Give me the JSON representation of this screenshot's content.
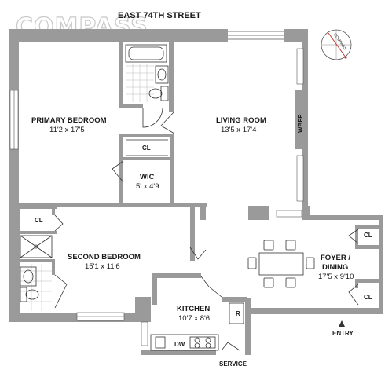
{
  "logo": "COMPASS",
  "street": "EAST 74TH STREET",
  "compass_label": "COMPASS",
  "rooms": {
    "primary_bedroom": {
      "name": "PRIMARY BEDROOM",
      "dims": "11'2 x 17'5"
    },
    "living_room": {
      "name": "LIVING ROOM",
      "dims": "13'5 x 17'4"
    },
    "wic": {
      "name": "WIC",
      "dims": "5' x 4'9"
    },
    "second_bedroom": {
      "name": "SECOND BEDROOM",
      "dims": "15'1 x 11'6"
    },
    "kitchen": {
      "name": "KITCHEN",
      "dims": "10'7 x 8'6"
    },
    "foyer": {
      "name_line1": "FOYER /",
      "name_line2": "DINING",
      "dims": "17'5 x 9'10"
    }
  },
  "labels": {
    "cl": "CL",
    "wbfp": "WBFP",
    "dw": "DW",
    "r": "R",
    "entry": "ENTRY",
    "service": "SERVICE"
  },
  "colors": {
    "wall": "#9a9a9a",
    "line": "#333333",
    "background": "#ffffff"
  }
}
